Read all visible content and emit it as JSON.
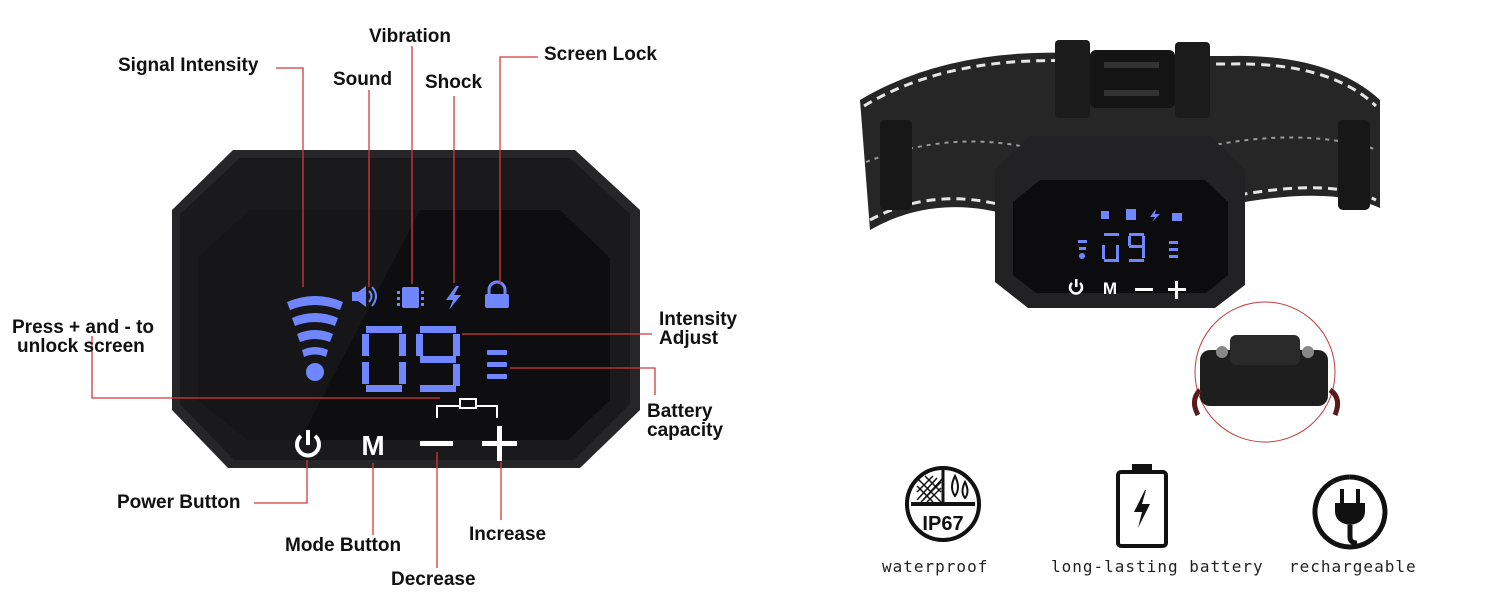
{
  "callouts": {
    "signal": "Signal Intensity",
    "vibration": "Vibration",
    "sound": "Sound",
    "shock": "Shock",
    "screen_lock": "Screen Lock",
    "press_unlock_1": "Press + and - to",
    "press_unlock_2": "unlock screen",
    "intensity_1": "Intensity",
    "intensity_2": "Adjust",
    "battery_1": "Battery",
    "battery_2": "capacity",
    "power": "Power Button",
    "mode": "Mode Button",
    "increase": "Increase",
    "decrease": "Decrease"
  },
  "device": {
    "digits": "09",
    "mode_label": "M"
  },
  "features": {
    "waterproof": "waterproof",
    "waterproof_badge": "IP67",
    "battery": "long-lasting battery",
    "rechargeable": "rechargeable"
  },
  "colors": {
    "display_blue": "#6f86ff",
    "callout_line": "#d23a3a",
    "device_body": "#1c1c1e"
  }
}
